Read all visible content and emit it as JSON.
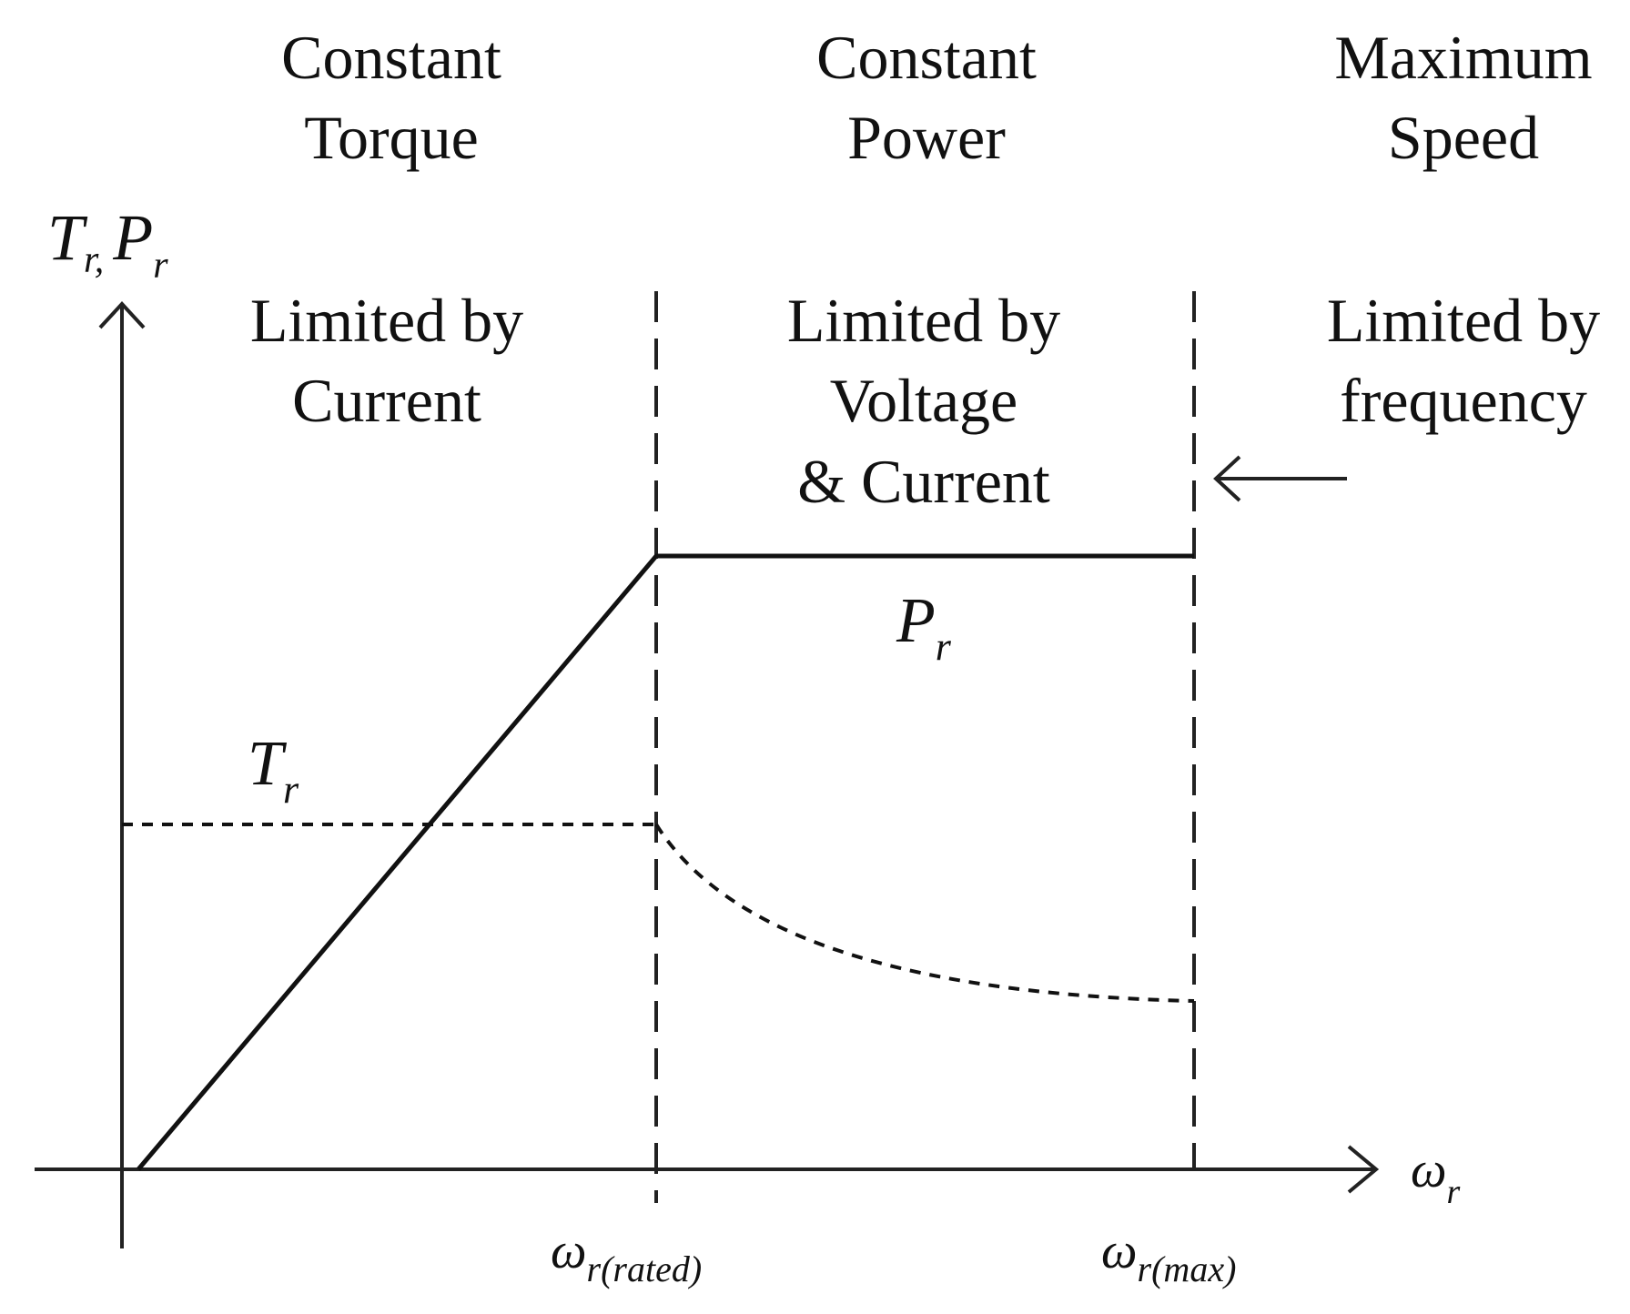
{
  "regions": [
    {
      "heading_line1": "Constant",
      "heading_line2": "Torque",
      "limit_line1": "Limited by",
      "limit_line2": "Current"
    },
    {
      "heading_line1": "Constant",
      "heading_line2": "Power",
      "limit_line1": "Limited by",
      "limit_line2": "Voltage",
      "limit_line3": "& Current"
    },
    {
      "heading_line1": "Maximum",
      "heading_line2": "Speed",
      "limit_line1": "Limited by",
      "limit_line2": "frequency"
    }
  ],
  "axes": {
    "y_label_main": "T",
    "y_label_sub1": "r,",
    "y_label_main2": "P",
    "y_label_sub2": "r",
    "x_label_main": "ω",
    "x_label_sub": "r",
    "rated_main": "ω",
    "rated_sub": "r(rated)",
    "max_main": "ω",
    "max_sub": "r(max)"
  },
  "curves": {
    "power_main": "P",
    "power_sub": "r",
    "torque_main": "T",
    "torque_sub": "r"
  }
}
